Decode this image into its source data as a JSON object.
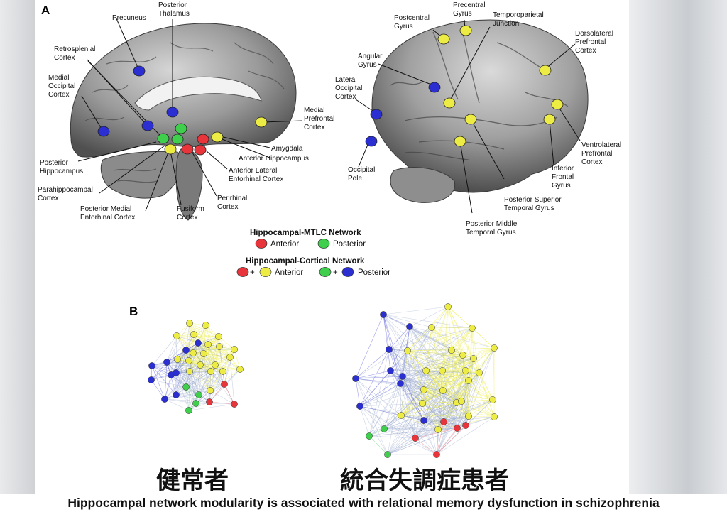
{
  "panels": {
    "a_label": "A",
    "b_label": "B"
  },
  "medial_labels": {
    "precuneus": "Precuneus",
    "posterior_thalamus": [
      "Posterior",
      "Thalamus"
    ],
    "retrosplenial": [
      "Retrosplenial",
      "Cortex"
    ],
    "medial_occipital": [
      "Medial",
      "Occipital",
      "Cortex"
    ],
    "medial_prefrontal": [
      "Medial",
      "Prefrontal",
      "Cortex"
    ],
    "posterior_hippocampus": [
      "Posterior",
      "Hippocampus"
    ],
    "parahippocampal": [
      "Parahippocampal",
      "Cortex"
    ],
    "posterior_medial_entorhinal": [
      "Posterior Medial",
      "Entorhinal Cortex"
    ],
    "fusiform": [
      "Fusiform",
      "Cortex"
    ],
    "perirhinal": [
      "Perirhinal",
      "Cortex"
    ],
    "amygdala": "Amygdala",
    "anterior_hippocampus": "Anterior Hippocampus",
    "anterior_lateral_entorhinal": [
      "Anterior Lateral",
      "Entorhinal Cortex"
    ]
  },
  "lateral_labels": {
    "postcentral": [
      "Postcentral",
      "Gyrus"
    ],
    "precentral": [
      "Precentral",
      "Gyrus"
    ],
    "temporoparietal": [
      "Temporoparietal",
      "Junction"
    ],
    "dorsolateral_prefrontal": [
      "Dorsolateral",
      "Prefrontal",
      "Cortex"
    ],
    "angular": [
      "Angular",
      "Gyrus"
    ],
    "lateral_occipital": [
      "Lateral",
      "Occipital",
      "Cortex"
    ],
    "occipital_pole": [
      "Occipital",
      "Pole"
    ],
    "ventrolateral_prefrontal": [
      "Ventrolateral",
      "Prefrontal",
      "Cortex"
    ],
    "inferior_frontal": [
      "Inferior",
      "Frontal",
      "Gyrus"
    ],
    "posterior_superior_temporal": [
      "Posterior Superior",
      "Temporal Gyrus"
    ],
    "posterior_middle_temporal": [
      "Posterior Middle",
      "Temporal Gyrus"
    ]
  },
  "legend": {
    "mtlc_title": "Hippocampal-MTLC Network",
    "cortical_title": "Hippocampal-Cortical Network",
    "anterior": "Anterior",
    "posterior": "Posterior",
    "plus": "+"
  },
  "colors": {
    "red": "#e8343b",
    "green": "#3fcf4c",
    "yellow": "#ecec45",
    "blue": "#2b2fd1"
  },
  "groups": {
    "healthy_label": "健常者",
    "patient_label": "統合失調症患者"
  },
  "caption": "Hippocampal network modularity is associated with relational memory dysfunction in schizophrenia"
}
